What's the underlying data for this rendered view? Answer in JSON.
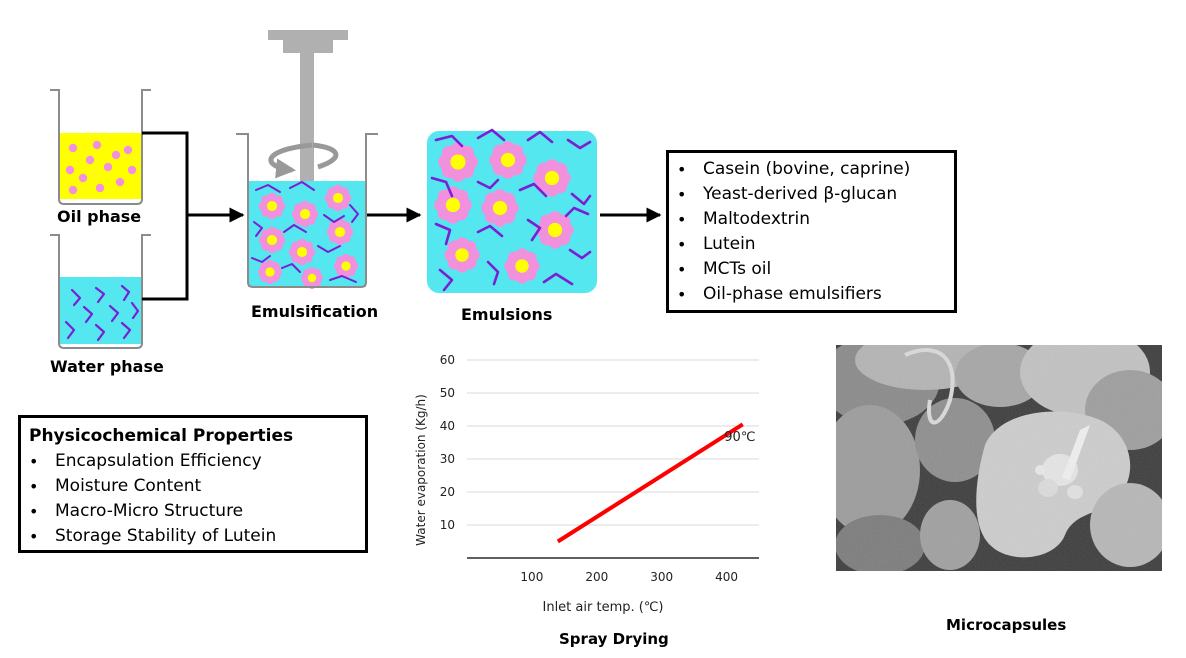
{
  "labels": {
    "oil_phase": "Oil phase",
    "water_phase": "Water phase",
    "emulsification": "Emulsification",
    "emulsions": "Emulsions",
    "spray_drying": "Spray Drying",
    "microcapsules": "Microcapsules"
  },
  "ingredients": [
    "Casein (bovine, caprine)",
    "Yeast-derived β-glucan",
    "Maltodextrin",
    "Lutein",
    "MCTs oil",
    "Oil-phase emulsifiers"
  ],
  "properties": {
    "title": "Physicochemical Properties",
    "items": [
      "Encapsulation Efficiency",
      "Moisture Content",
      "Macro-Micro Structure",
      "Storage Stability of Lutein"
    ]
  },
  "chart_data": {
    "type": "line",
    "xlabel": "Inlet air temp. (℃)",
    "ylabel": "Water evaporation (Kg/h)",
    "x_ticks": [
      100,
      200,
      300,
      400
    ],
    "y_ticks": [
      10,
      20,
      30,
      40,
      50,
      60
    ],
    "xlim": [
      0,
      450
    ],
    "ylim": [
      0,
      60
    ],
    "grid": "horizontal",
    "series": [
      {
        "x": [
          140,
          425
        ],
        "y": [
          5,
          40.5
        ],
        "color": "#ff0000"
      }
    ],
    "annotations": [
      {
        "text": "90℃",
        "x": 415,
        "y": 34
      }
    ]
  },
  "colors": {
    "oil": "#ffff00",
    "water": "#55e7ef",
    "droplet_shell": "#f190dc",
    "droplet_core": "#ffff00",
    "polymer": "#7a1fd6",
    "line": "#ff0000"
  },
  "image": {
    "name": "sem-micrograph"
  }
}
